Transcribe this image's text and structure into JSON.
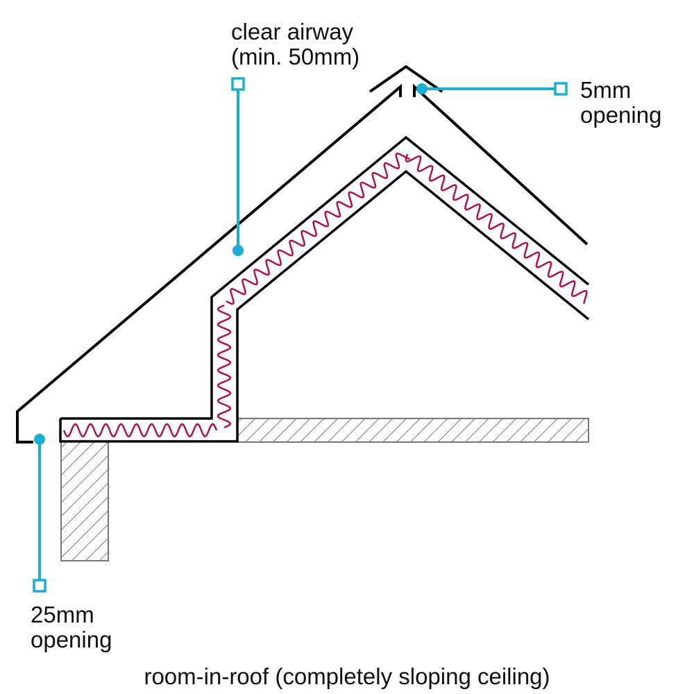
{
  "labels": {
    "clear_airway": {
      "line1": "clear airway",
      "line2": "(min. 50mm)"
    },
    "ridge_opening": {
      "line1": "5mm",
      "line2": "opening"
    },
    "eaves_opening": {
      "line1": "25mm",
      "line2": "opening"
    }
  },
  "caption": "room-in-roof (completely sloping ceiling)",
  "colors": {
    "outline": "#000000",
    "leader": "#1aaed2",
    "insulation": "#b0104a",
    "hatch": "#777777"
  }
}
